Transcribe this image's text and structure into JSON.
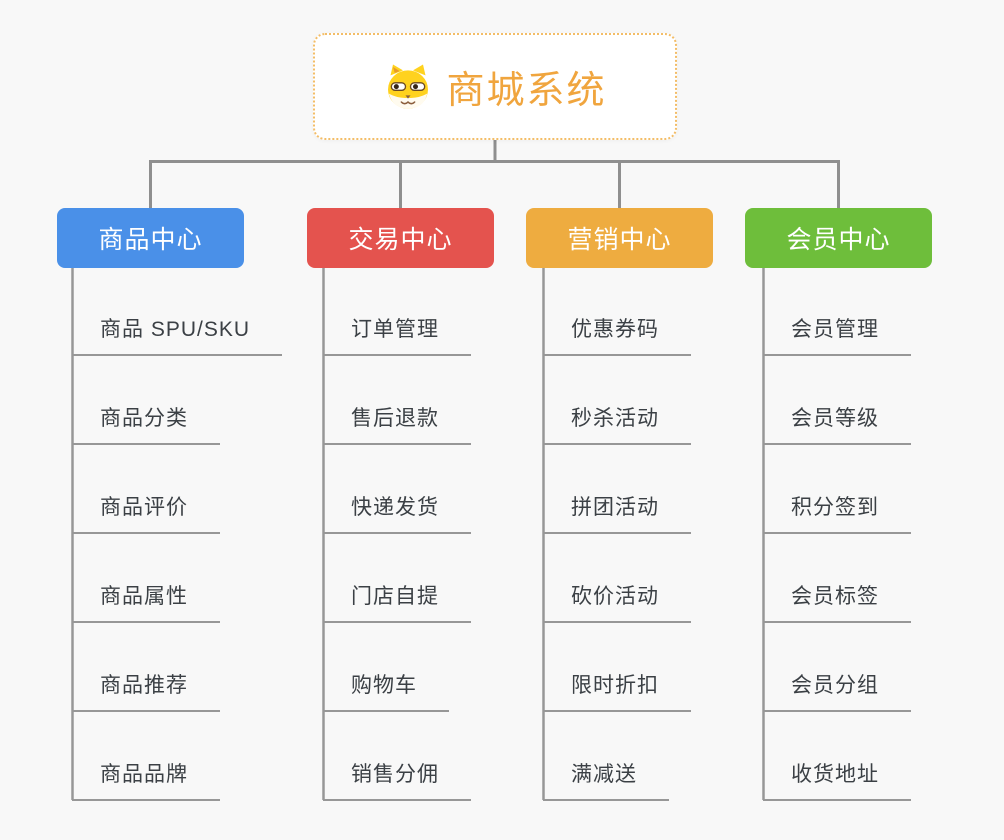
{
  "page": {
    "background_color": "#f8f8f8",
    "connector_color": "#8f8f8f",
    "underline_color": "#979797",
    "item_text_color": "#3b4045"
  },
  "root": {
    "title": "商城系统",
    "icon": "dog-face-icon",
    "text_color": "#f0a53e",
    "border_color": "#f3bd67"
  },
  "branches": [
    {
      "label": "商品中心",
      "color": "#4a90e8",
      "items": [
        "商品 SPU/SKU",
        "商品分类",
        "商品评价",
        "商品属性",
        "商品推荐",
        "商品品牌"
      ]
    },
    {
      "label": "交易中心",
      "color": "#e4534e",
      "items": [
        "订单管理",
        "售后退款",
        "快递发货",
        "门店自提",
        "购物车",
        "销售分佣"
      ]
    },
    {
      "label": "营销中心",
      "color": "#eeac40",
      "items": [
        "优惠券码",
        "秒杀活动",
        "拼团活动",
        "砍价活动",
        "限时折扣",
        "满减送"
      ]
    },
    {
      "label": "会员中心",
      "color": "#6ebe3b",
      "items": [
        "会员管理",
        "会员等级",
        "积分签到",
        "会员标签",
        "会员分组",
        "收货地址"
      ]
    }
  ]
}
